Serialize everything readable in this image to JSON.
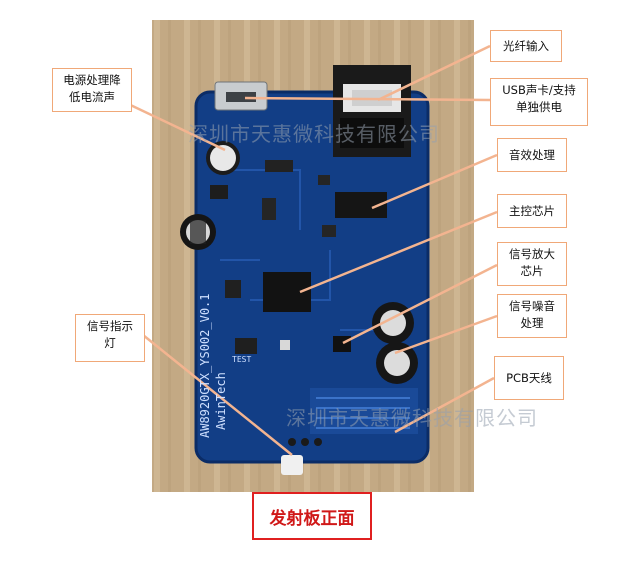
{
  "callouts": {
    "power": {
      "line1": "电源处理降",
      "line2": "低电流声"
    },
    "optical": {
      "text": "光纤输入"
    },
    "usb": {
      "line1": "USB声卡/支持",
      "line2": "单独供电"
    },
    "effects": {
      "text": "音效处理"
    },
    "main_chip": {
      "text": "主控芯片"
    },
    "amp": {
      "line1": "信号放大",
      "line2": "芯片"
    },
    "noise": {
      "line1": "信号噪音",
      "line2": "处理"
    },
    "antenna": {
      "text": "PCB天线"
    },
    "indicator": {
      "line1": "信号指示",
      "line2": "灯"
    }
  },
  "watermark": {
    "text": "深圳市天惠微科技有限公司"
  },
  "board_silk": {
    "model": "AW8920GTX_YS002_V0.1",
    "brand": "AwinTech",
    "test": "TEST"
  },
  "title": {
    "text": "发射板正面"
  },
  "colors": {
    "pcb": "#123e86",
    "callout_border": "#f0a878",
    "arrow": "#f3b490",
    "title_border": "#e02020",
    "title_text": "#d01818"
  }
}
